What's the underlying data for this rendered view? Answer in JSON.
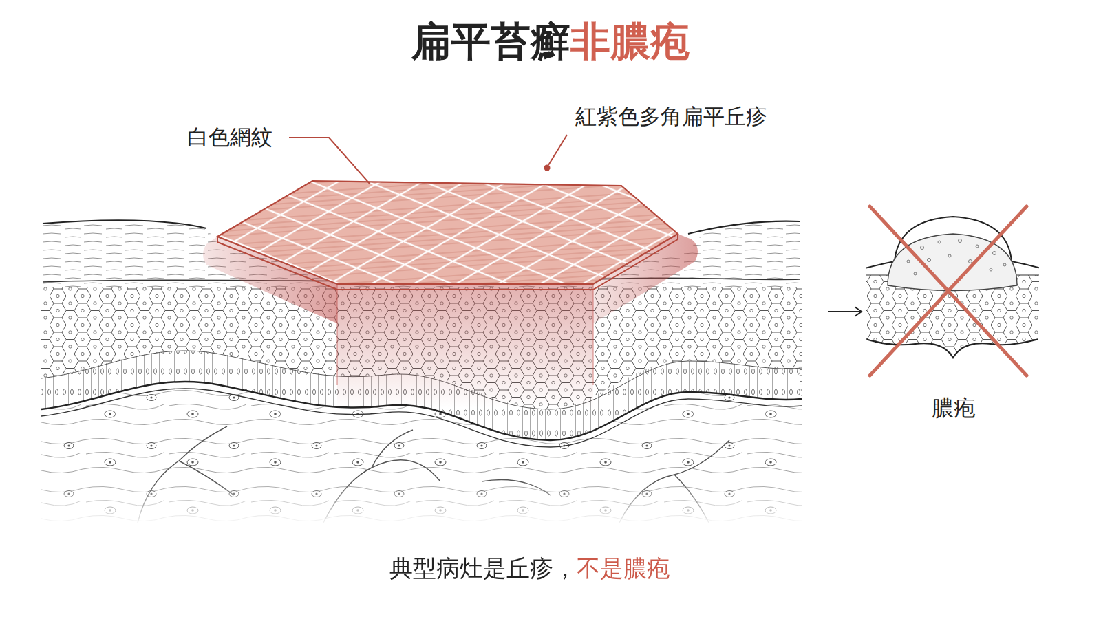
{
  "diagram": {
    "title": "扁平苔癬非膿疱",
    "caption": "典型病灶是丘疹，不是膿疱",
    "labels": [
      "白色網紋",
      "紅紫色多角扁平丘疹",
      "膿疱"
    ]
  }
}
